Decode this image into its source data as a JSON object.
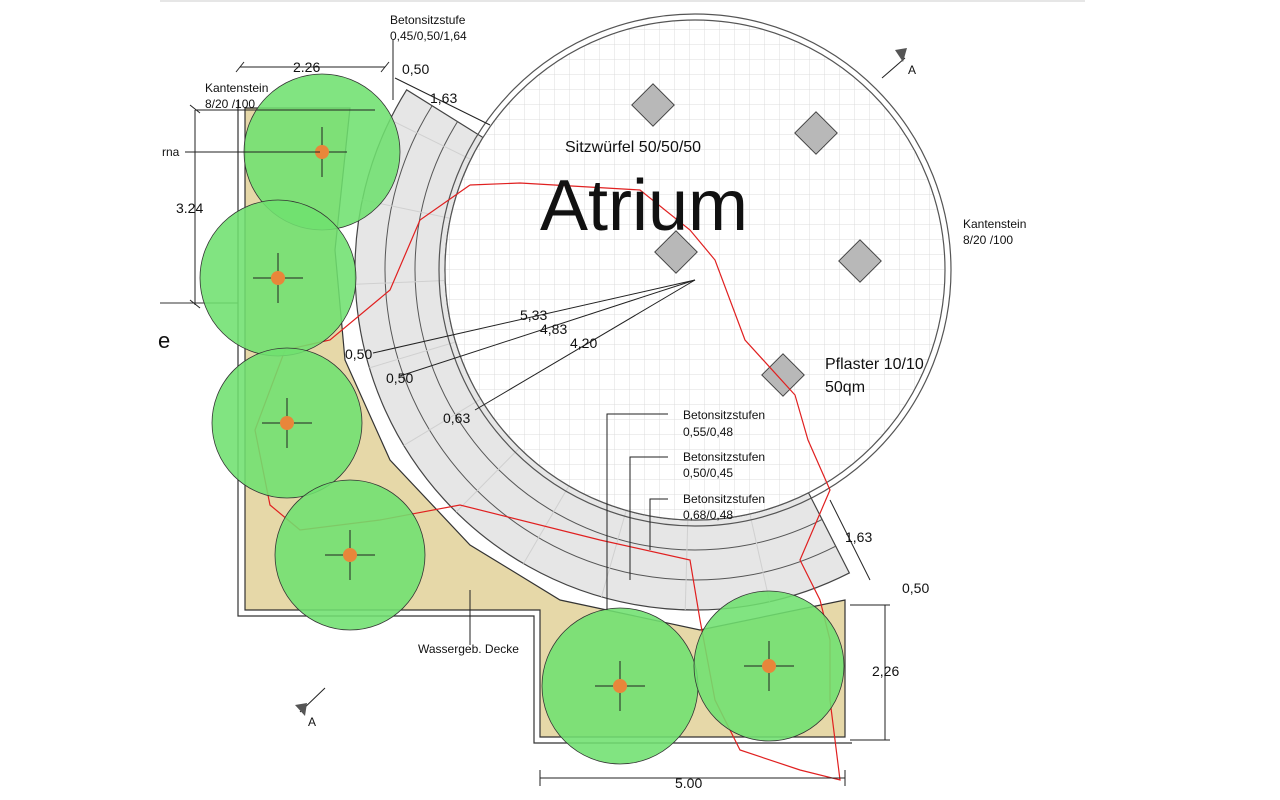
{
  "title": "Atrium",
  "labels": {
    "sitzwuerfel": "Sitzwürfel 50/50/50",
    "betonsitzstufe_title": "Betonsitzstufe",
    "betonsitzstufe_dims": "0,45/0,50/1,64",
    "kantenstein_left_title": "Kantenstein",
    "kantenstein_left_dims": "8/20 /100",
    "kantenstein_right_title": "Kantenstein",
    "kantenstein_right_dims": "8/20 /100",
    "partial_left": "rna",
    "partial_edge": "e",
    "pflaster_title": "Pflaster 10/10",
    "pflaster_area": "50qm",
    "stufen1_title": "Betonsitzstufen",
    "stufen1_dims": "0,55/0,48",
    "stufen2_title": "Betonsitzstufen",
    "stufen2_dims": "0,50/0,45",
    "stufen3_title": "Betonsitzstufen",
    "stufen3_dims": "0,68/0,48",
    "decke": "Wassergeb. Decke",
    "section_marker_top": "A",
    "section_marker_bottom": "A"
  },
  "dimensions": {
    "top_width": "2.26",
    "top_offset": "0,50",
    "top_step": "1,63",
    "left_height": "3.24",
    "radius_outer": "5,33",
    "radius_mid": "4,83",
    "radius_inner": "4,20",
    "step_a": "0,50",
    "step_b": "0,50",
    "step_c": "0,63",
    "right_step": "1,63",
    "right_offset": "0,50",
    "right_height": "2,26",
    "bottom_width": "5.00"
  },
  "colors": {
    "tree": "#6fe06f",
    "tree_marker": "#e8863a",
    "gravel": "#e6d8a8",
    "steps": "#e6e6e6",
    "cube": "#b8b8b8",
    "red_line": "#e02020"
  }
}
